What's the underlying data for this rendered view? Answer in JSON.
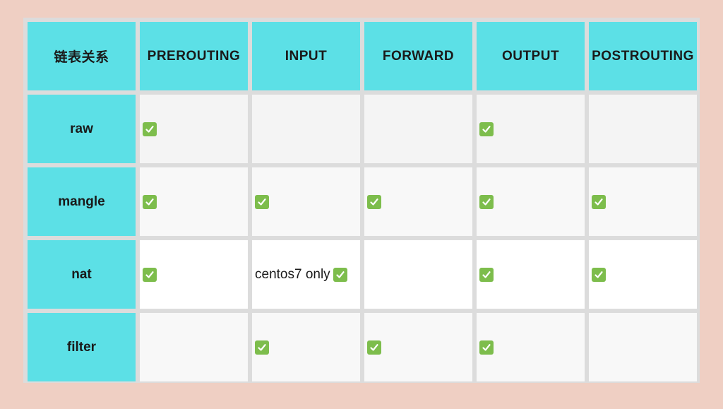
{
  "table": {
    "corner_label": "链表关系",
    "columns": [
      "PREROUTING",
      "INPUT",
      "FORWARD",
      "OUTPUT",
      "POSTROUTING"
    ],
    "rows": [
      {
        "label": "raw",
        "cells": [
          {
            "checked": true,
            "note": ""
          },
          {
            "checked": false,
            "note": ""
          },
          {
            "checked": false,
            "note": ""
          },
          {
            "checked": true,
            "note": ""
          },
          {
            "checked": false,
            "note": ""
          }
        ]
      },
      {
        "label": "mangle",
        "cells": [
          {
            "checked": true,
            "note": ""
          },
          {
            "checked": true,
            "note": ""
          },
          {
            "checked": true,
            "note": ""
          },
          {
            "checked": true,
            "note": ""
          },
          {
            "checked": true,
            "note": ""
          }
        ]
      },
      {
        "label": "nat",
        "cells": [
          {
            "checked": true,
            "note": ""
          },
          {
            "checked": true,
            "note": "centos7 only"
          },
          {
            "checked": false,
            "note": ""
          },
          {
            "checked": true,
            "note": ""
          },
          {
            "checked": true,
            "note": ""
          }
        ]
      },
      {
        "label": "filter",
        "cells": [
          {
            "checked": false,
            "note": ""
          },
          {
            "checked": true,
            "note": ""
          },
          {
            "checked": true,
            "note": ""
          },
          {
            "checked": true,
            "note": ""
          },
          {
            "checked": false,
            "note": ""
          }
        ]
      }
    ]
  },
  "icons": {
    "check": "check-mark-icon"
  },
  "colors": {
    "page_background": "#efcfc3",
    "header_background": "#5ce0e6",
    "check_green": "#7dbd4c",
    "grid_lines": "#dcdcdc"
  }
}
